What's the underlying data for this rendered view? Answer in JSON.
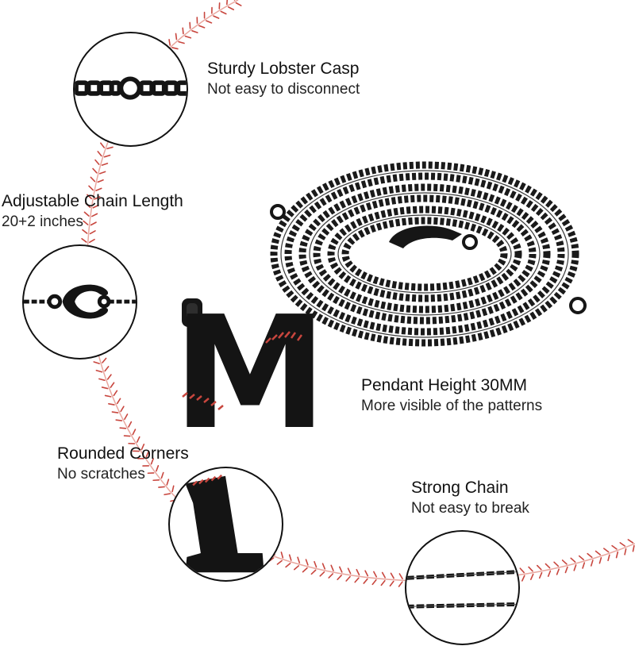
{
  "features": [
    {
      "title": "Sturdy Lobster Casp",
      "subtitle": "Not easy to disconnect",
      "icon": "lobster-clasp-closeup"
    },
    {
      "title": "Adjustable Chain Length",
      "subtitle": "20+2 inches",
      "icon": "extender-clasp-closeup"
    },
    {
      "title": "Pendant Height 30MM",
      "subtitle": "More visible of the patterns",
      "icon": "letter-pendant"
    },
    {
      "title": "Rounded Corners",
      "subtitle": "No scratches",
      "icon": "pendant-corner-closeup"
    },
    {
      "title": "Strong Chain",
      "subtitle": "Not easy to break",
      "icon": "chain-links-closeup"
    }
  ],
  "pendant": {
    "letter": "M"
  },
  "colors": {
    "metal": "#141414",
    "stitch": "#c8463e",
    "stitch_light": "#e9a79f",
    "text": "#111111"
  }
}
